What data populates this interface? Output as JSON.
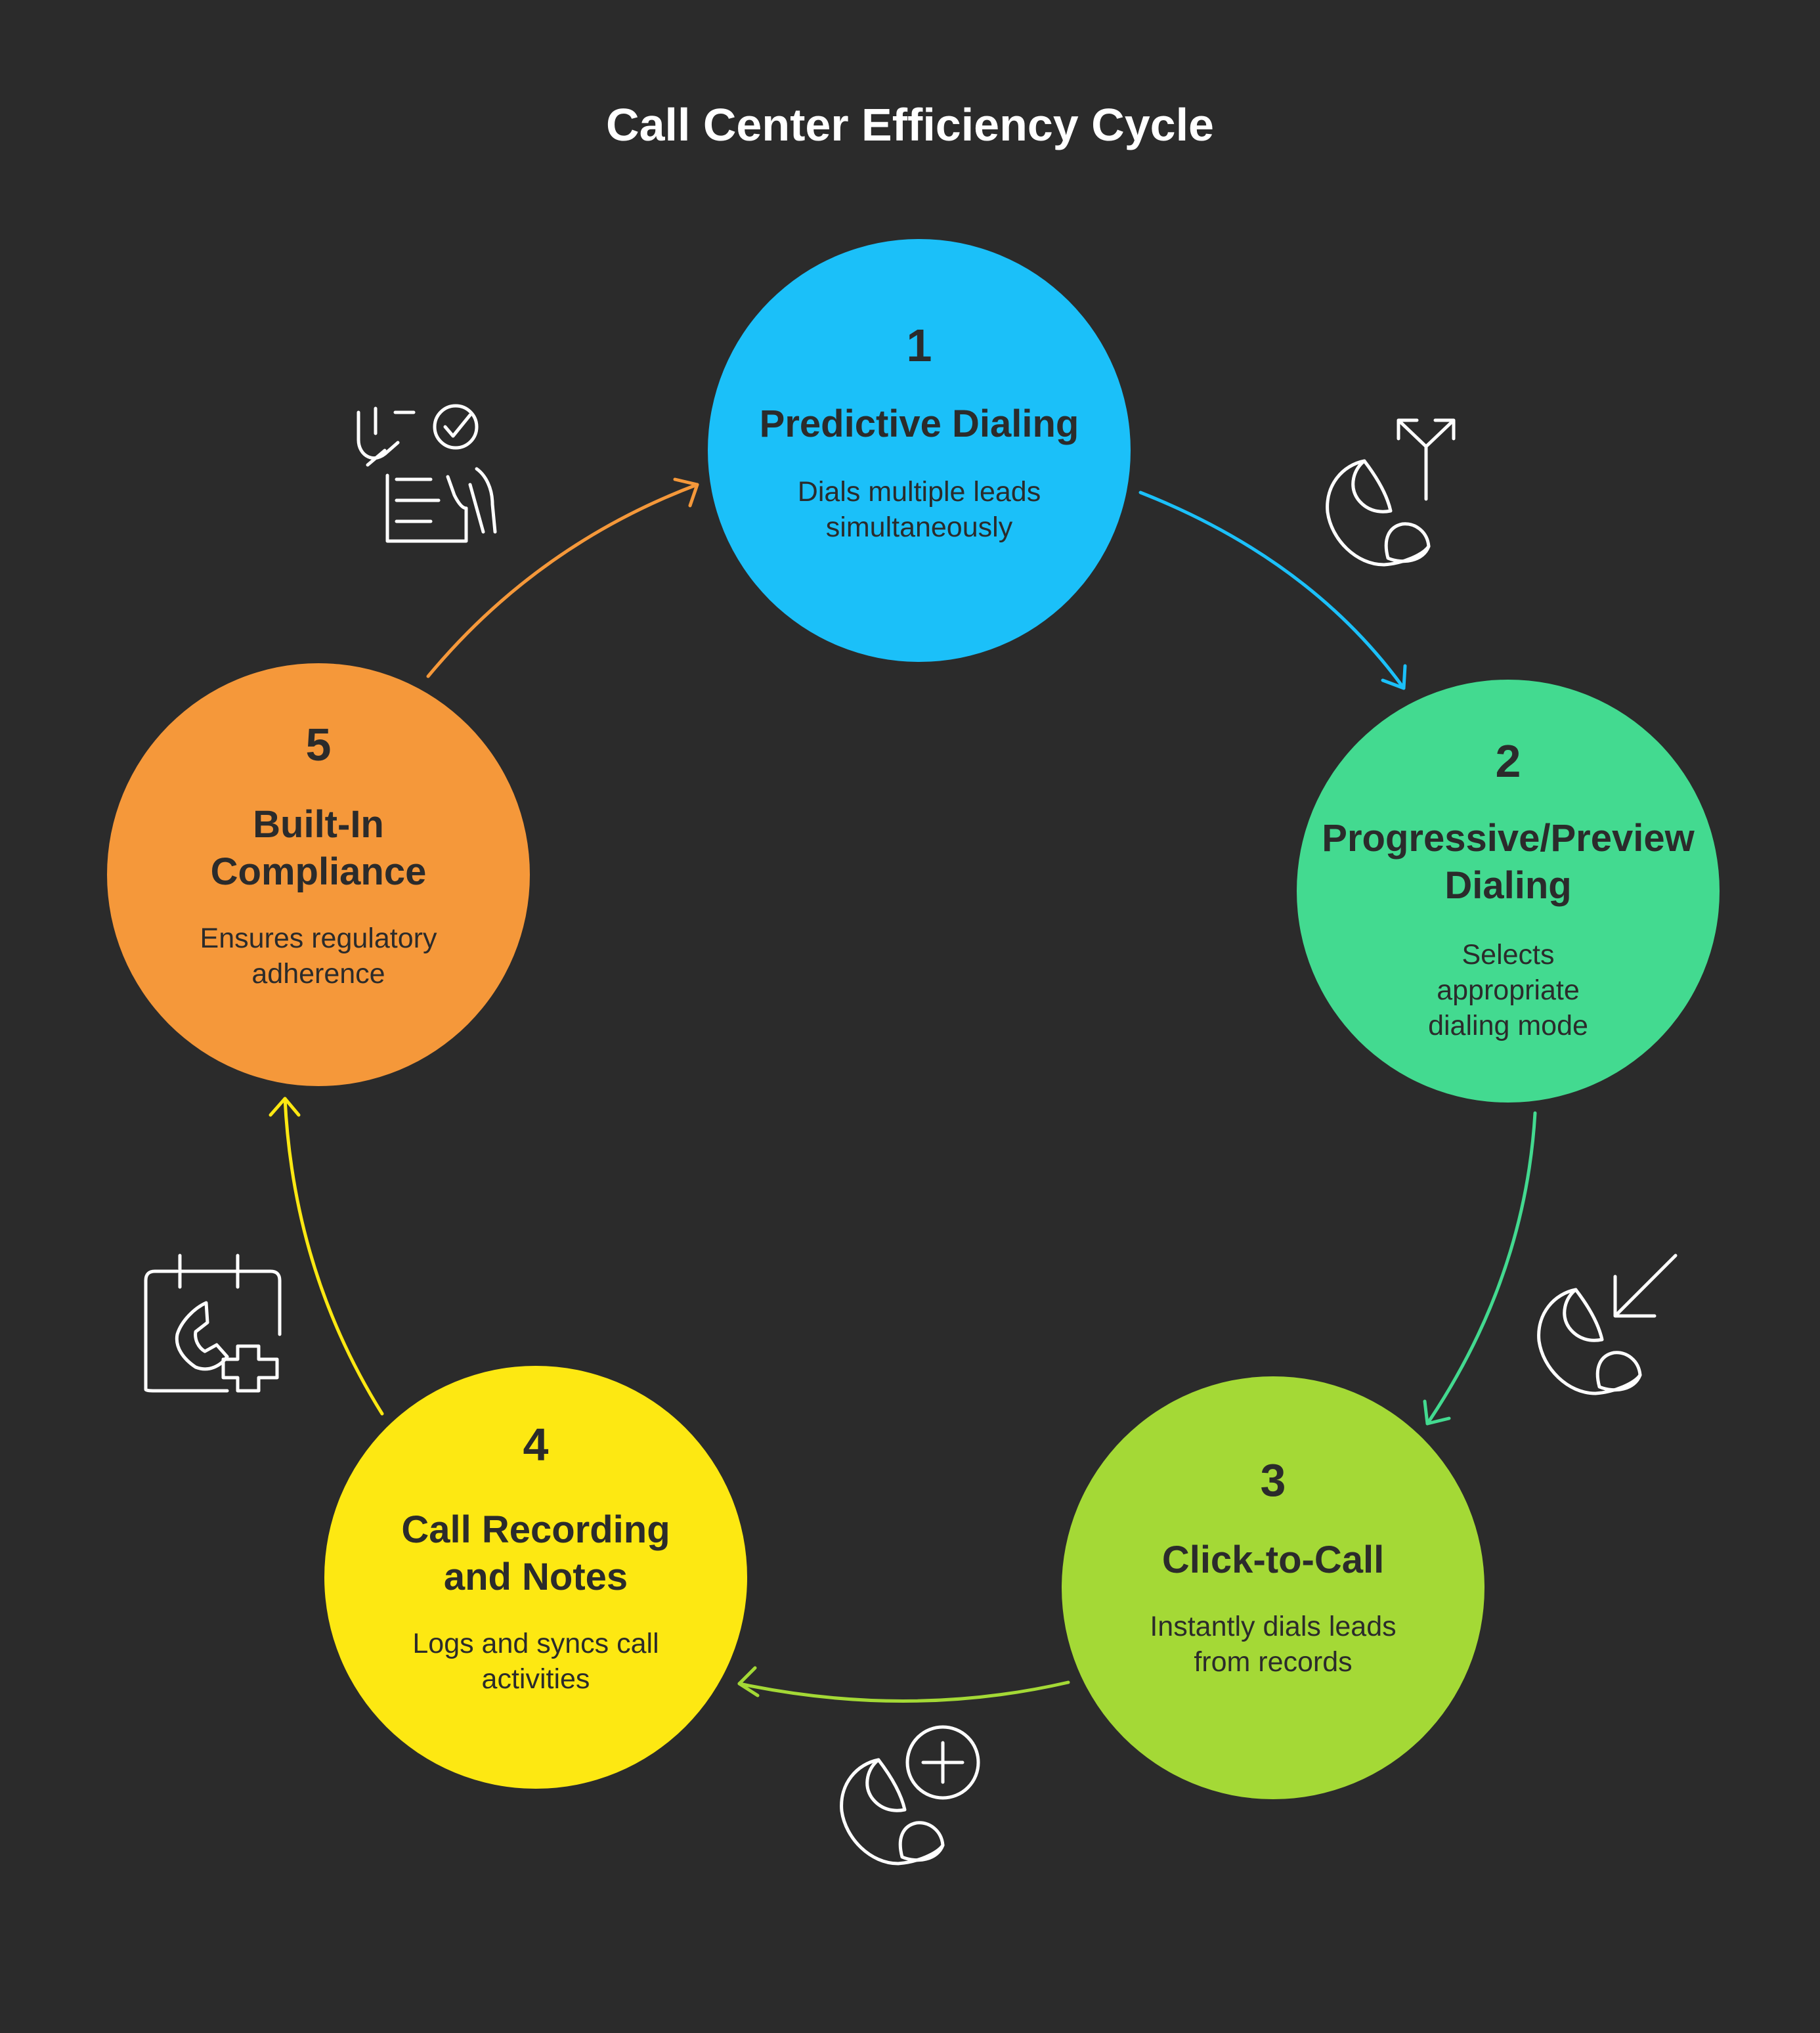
{
  "title": "Call Center Efficiency Cycle",
  "colors": {
    "background": "#2b2b2b",
    "step1": "#1bc0f9",
    "step2": "#43da90",
    "step3": "#a4d936",
    "step4": "#fde812",
    "step5": "#f5983a",
    "text_dark": "#2b2b2b",
    "icon_stroke": "#ffffff"
  },
  "steps": [
    {
      "number": "1",
      "title": "Predictive Dialing",
      "description": "Dials multiple leads simultaneously",
      "icon": "phone-outgoing-icon"
    },
    {
      "number": "2",
      "title": "Progressive/Preview Dialing",
      "description": "Selects appropriate dialing mode",
      "icon": "phone-incoming-icon"
    },
    {
      "number": "3",
      "title": "Click-to-Call",
      "description": "Instantly dials leads from records",
      "icon": "phone-add-icon"
    },
    {
      "number": "4",
      "title": "Call Recording and Notes",
      "description": "Logs and syncs call activities",
      "icon": "calendar-call-add-icon"
    },
    {
      "number": "5",
      "title": "Built-In Compliance",
      "description": "Ensures regulatory adherence",
      "icon": "document-approve-icon"
    }
  ]
}
